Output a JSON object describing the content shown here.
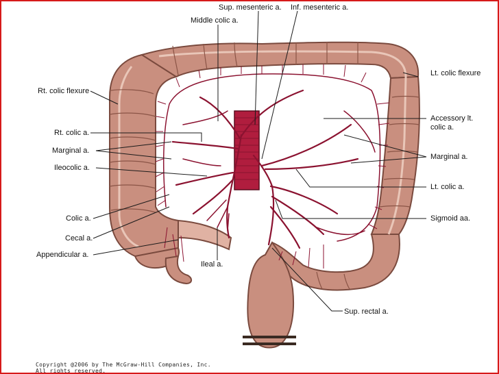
{
  "labels": {
    "sup_mesenteric": "Sup. mesenteric a.",
    "inf_mesenteric": "Inf. mesenteric a.",
    "middle_colic": "Middle colic a.",
    "rt_colic_flexure": "Rt. colic flexure",
    "lt_colic_flexure": "Lt. colic flexure",
    "rt_colic_a": "Rt. colic a.",
    "marginal_left": "Marginal a.",
    "ileocolic": "Ileocolic a.",
    "colic": "Colic a.",
    "cecal": "Cecal a.",
    "appendicular": "Appendicular a.",
    "ileal": "Ileal a.",
    "accessory_lt_1": "Accessory lt.",
    "accessory_lt_2": "colic a.",
    "marginal_right": "Marginal a.",
    "lt_colic_a": "Lt. colic a.",
    "sigmoid": "Sigmoid aa.",
    "sup_rectal": "Sup. rectal a."
  },
  "copyright": {
    "line1": "Copyright @2006 by The McGraw-Hill Companies, Inc.",
    "line2": "All rights reserved."
  },
  "colors": {
    "frame": "#d61a1a",
    "colon": "#c98f7f",
    "artery": "#8b1230",
    "aorta": "#b01d3e"
  }
}
